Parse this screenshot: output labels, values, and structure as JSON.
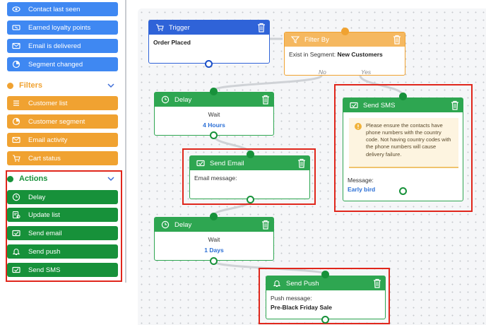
{
  "sidebar": {
    "triggers": [
      {
        "label": "Contact last seen",
        "icon": "eye-icon"
      },
      {
        "label": "Earned loyalty points",
        "icon": "ticket-icon"
      },
      {
        "label": "Email is delivered",
        "icon": "mail-check-icon"
      },
      {
        "label": "Segment changed",
        "icon": "pie-chart-icon"
      }
    ],
    "filters": {
      "title": "Filters",
      "items": [
        {
          "label": "Customer list",
          "icon": "list-icon"
        },
        {
          "label": "Customer segment",
          "icon": "pie-chart-icon"
        },
        {
          "label": "Email activity",
          "icon": "envelope-icon"
        },
        {
          "label": "Cart status",
          "icon": "cart-icon"
        }
      ]
    },
    "actions": {
      "title": "Actions",
      "items": [
        {
          "label": "Delay",
          "icon": "clock-icon"
        },
        {
          "label": "Update list",
          "icon": "list-edit-icon"
        },
        {
          "label": "Send email",
          "icon": "mail-send-icon"
        },
        {
          "label": "Send push",
          "icon": "bell-icon"
        },
        {
          "label": "Send SMS",
          "icon": "sms-icon"
        }
      ]
    }
  },
  "flow": {
    "trigger": {
      "title": "Trigger",
      "body": "Order Placed"
    },
    "filter": {
      "title": "Filter By",
      "body_prefix": "Exist in Segment:",
      "body_value": "New Customers",
      "no_label": "No",
      "yes_label": "Yes"
    },
    "delay1": {
      "title": "Delay",
      "wait_label": "Wait",
      "wait_value": "4 Hours"
    },
    "send_email": {
      "title": "Send Email",
      "body": "Email message:"
    },
    "delay2": {
      "title": "Delay",
      "wait_label": "Wait",
      "wait_value": "1 Days"
    },
    "send_push": {
      "title": "Send Push",
      "body_label": "Push message:",
      "body_value": "Pre-Black Friday Sale"
    },
    "send_sms": {
      "title": "Send SMS",
      "warning": "Please ensure the contacts have phone numbers with the country code. Not having country codes with the phone numbers will cause delivery failure.",
      "message_label": "Message:",
      "message_value": "Early bird"
    }
  },
  "colors": {
    "blue": "#3f88f2",
    "orange": "#f0a231",
    "green": "#17913a",
    "highlight": "#e0261b",
    "trigger_blue": "#2f63d8"
  }
}
